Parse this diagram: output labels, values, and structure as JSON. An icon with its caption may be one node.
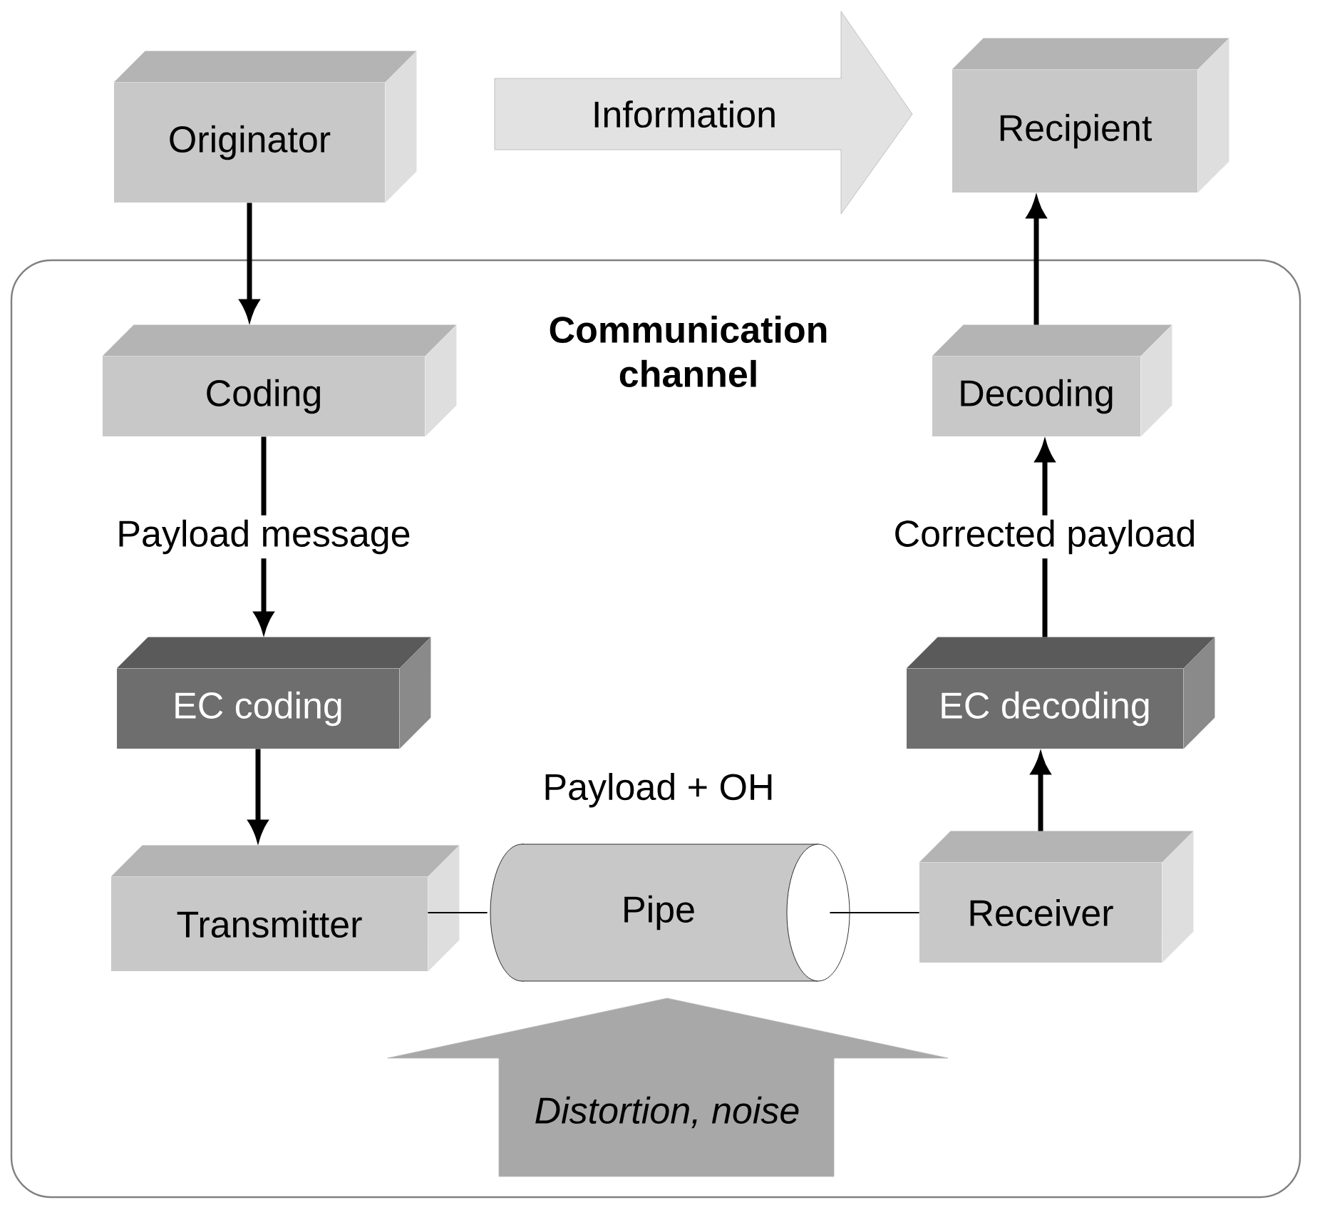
{
  "diagram": {
    "nodes": [
      {
        "text": [
          "Originator"
        ]
      },
      {
        "text": [
          "Information"
        ]
      },
      {
        "text": [
          "Recipient"
        ]
      },
      {
        "text": [
          "Communication channel"
        ]
      },
      {
        "text": [
          "Coding"
        ],
        "in": 3
      },
      {
        "text": [
          "EC coding"
        ],
        "in": 3
      },
      {
        "text": [
          "Transmitter"
        ],
        "in": 3
      },
      {
        "text": [
          "Pipe"
        ],
        "beside": [
          "Payload + OH"
        ],
        "in": 3
      },
      {
        "text": [
          "Receiver"
        ],
        "in": 3
      },
      {
        "text": [
          "EC decoding"
        ],
        "in": 3
      },
      {
        "text": [
          "Decoding"
        ],
        "in": 3
      },
      {
        "text": [
          "Distortion, noise"
        ],
        "in": 3
      }
    ],
    "edges": [
      {
        "from": 0,
        "to": 4,
        "arrow": "to"
      },
      {
        "from": 4,
        "to": 5,
        "arrow": "to",
        "label": "Payload message"
      },
      {
        "from": 5,
        "to": 6,
        "arrow": "to"
      },
      {
        "from": 6,
        "to": 7,
        "arrow": "none"
      },
      {
        "from": 7,
        "to": 8,
        "arrow": "none"
      },
      {
        "from": 8,
        "to": 9,
        "arrow": "to"
      },
      {
        "from": 9,
        "to": 10,
        "arrow": "to",
        "label": "Corrected payload"
      },
      {
        "from": 10,
        "to": 2,
        "arrow": "to"
      }
    ]
  }
}
